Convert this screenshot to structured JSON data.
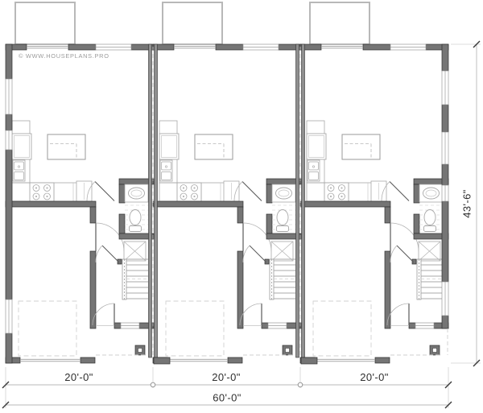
{
  "document": {
    "watermark": "© WWW.HOUSEPLANS.PRO"
  },
  "plan": {
    "units": [
      {
        "id": "unit-1"
      },
      {
        "id": "unit-2"
      },
      {
        "id": "unit-3"
      }
    ],
    "rooms_per_unit": [
      "living-dining",
      "kitchen",
      "powder-bath",
      "mechanical-closet",
      "staircase",
      "entry-hall",
      "garage",
      "deck",
      "front-porch"
    ]
  },
  "dimensions": {
    "unit_widths": [
      {
        "label": "20'-0\""
      },
      {
        "label": "20'-0\""
      },
      {
        "label": "20'-0\""
      }
    ],
    "total_width_label": "60'-0\"",
    "depth_label": "43'-6\""
  },
  "colors": {
    "background": "#ffffff",
    "wall_fill": "#757575",
    "party_wall_fill": "#8f8f8f",
    "wall_outline": "#303030",
    "fixture_stroke": "#a8a8a8",
    "dashed_stroke": "#cfcfcf",
    "deck_outline": "#b8b8b8",
    "dimension_line": "#b8b8b8",
    "dimension_text": "#2e2e2e",
    "watermark_text": "#9b9b9b"
  }
}
